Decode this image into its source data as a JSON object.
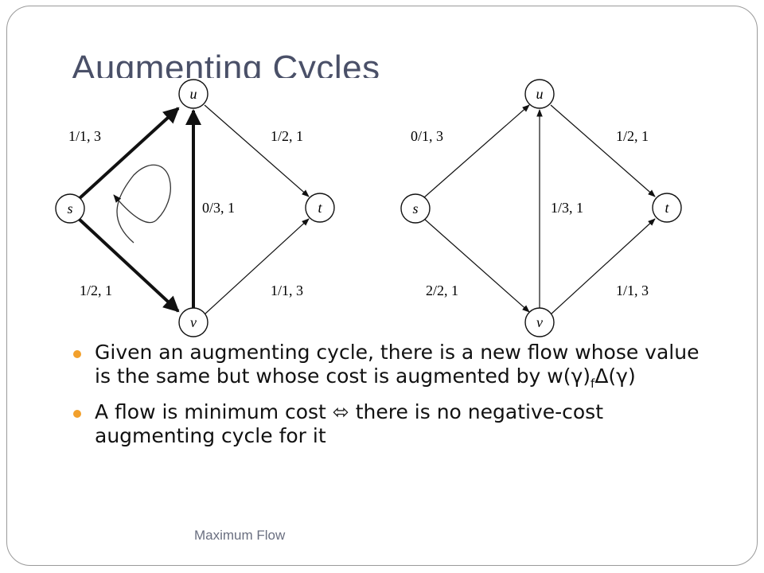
{
  "slide": {
    "title": "Augmenting Cycles",
    "footer": "Maximum Flow"
  },
  "diagram": {
    "left": {
      "nodes": {
        "s": "s",
        "u": "u",
        "t": "t",
        "v": "v"
      },
      "labels": {
        "su": "1/1, 3",
        "ut": "1/2, 1",
        "vu": "0/3, 1",
        "sv": "1/2, 1",
        "vt": "1/1, 3"
      }
    },
    "right": {
      "nodes": {
        "s": "s",
        "u": "u",
        "t": "t",
        "v": "v"
      },
      "labels": {
        "su": "0/1, 3",
        "ut": "1/2, 1",
        "vu": "1/3, 1",
        "sv": "2/2, 1",
        "vt": "1/1, 3"
      }
    }
  },
  "bullets": [
    {
      "text": "Given an augmenting cycle, there is a new flow whose value is the same but whose cost is augmented by w(γ)",
      "sub": "f",
      "tail": "Δ(γ)"
    },
    {
      "text": "A flow is minimum cost ⬄ there is no negative-cost augmenting cycle for it"
    }
  ],
  "colors": {
    "bullet": "#f2a02c",
    "title": "#4a5068",
    "footer": "#6a6f80"
  }
}
